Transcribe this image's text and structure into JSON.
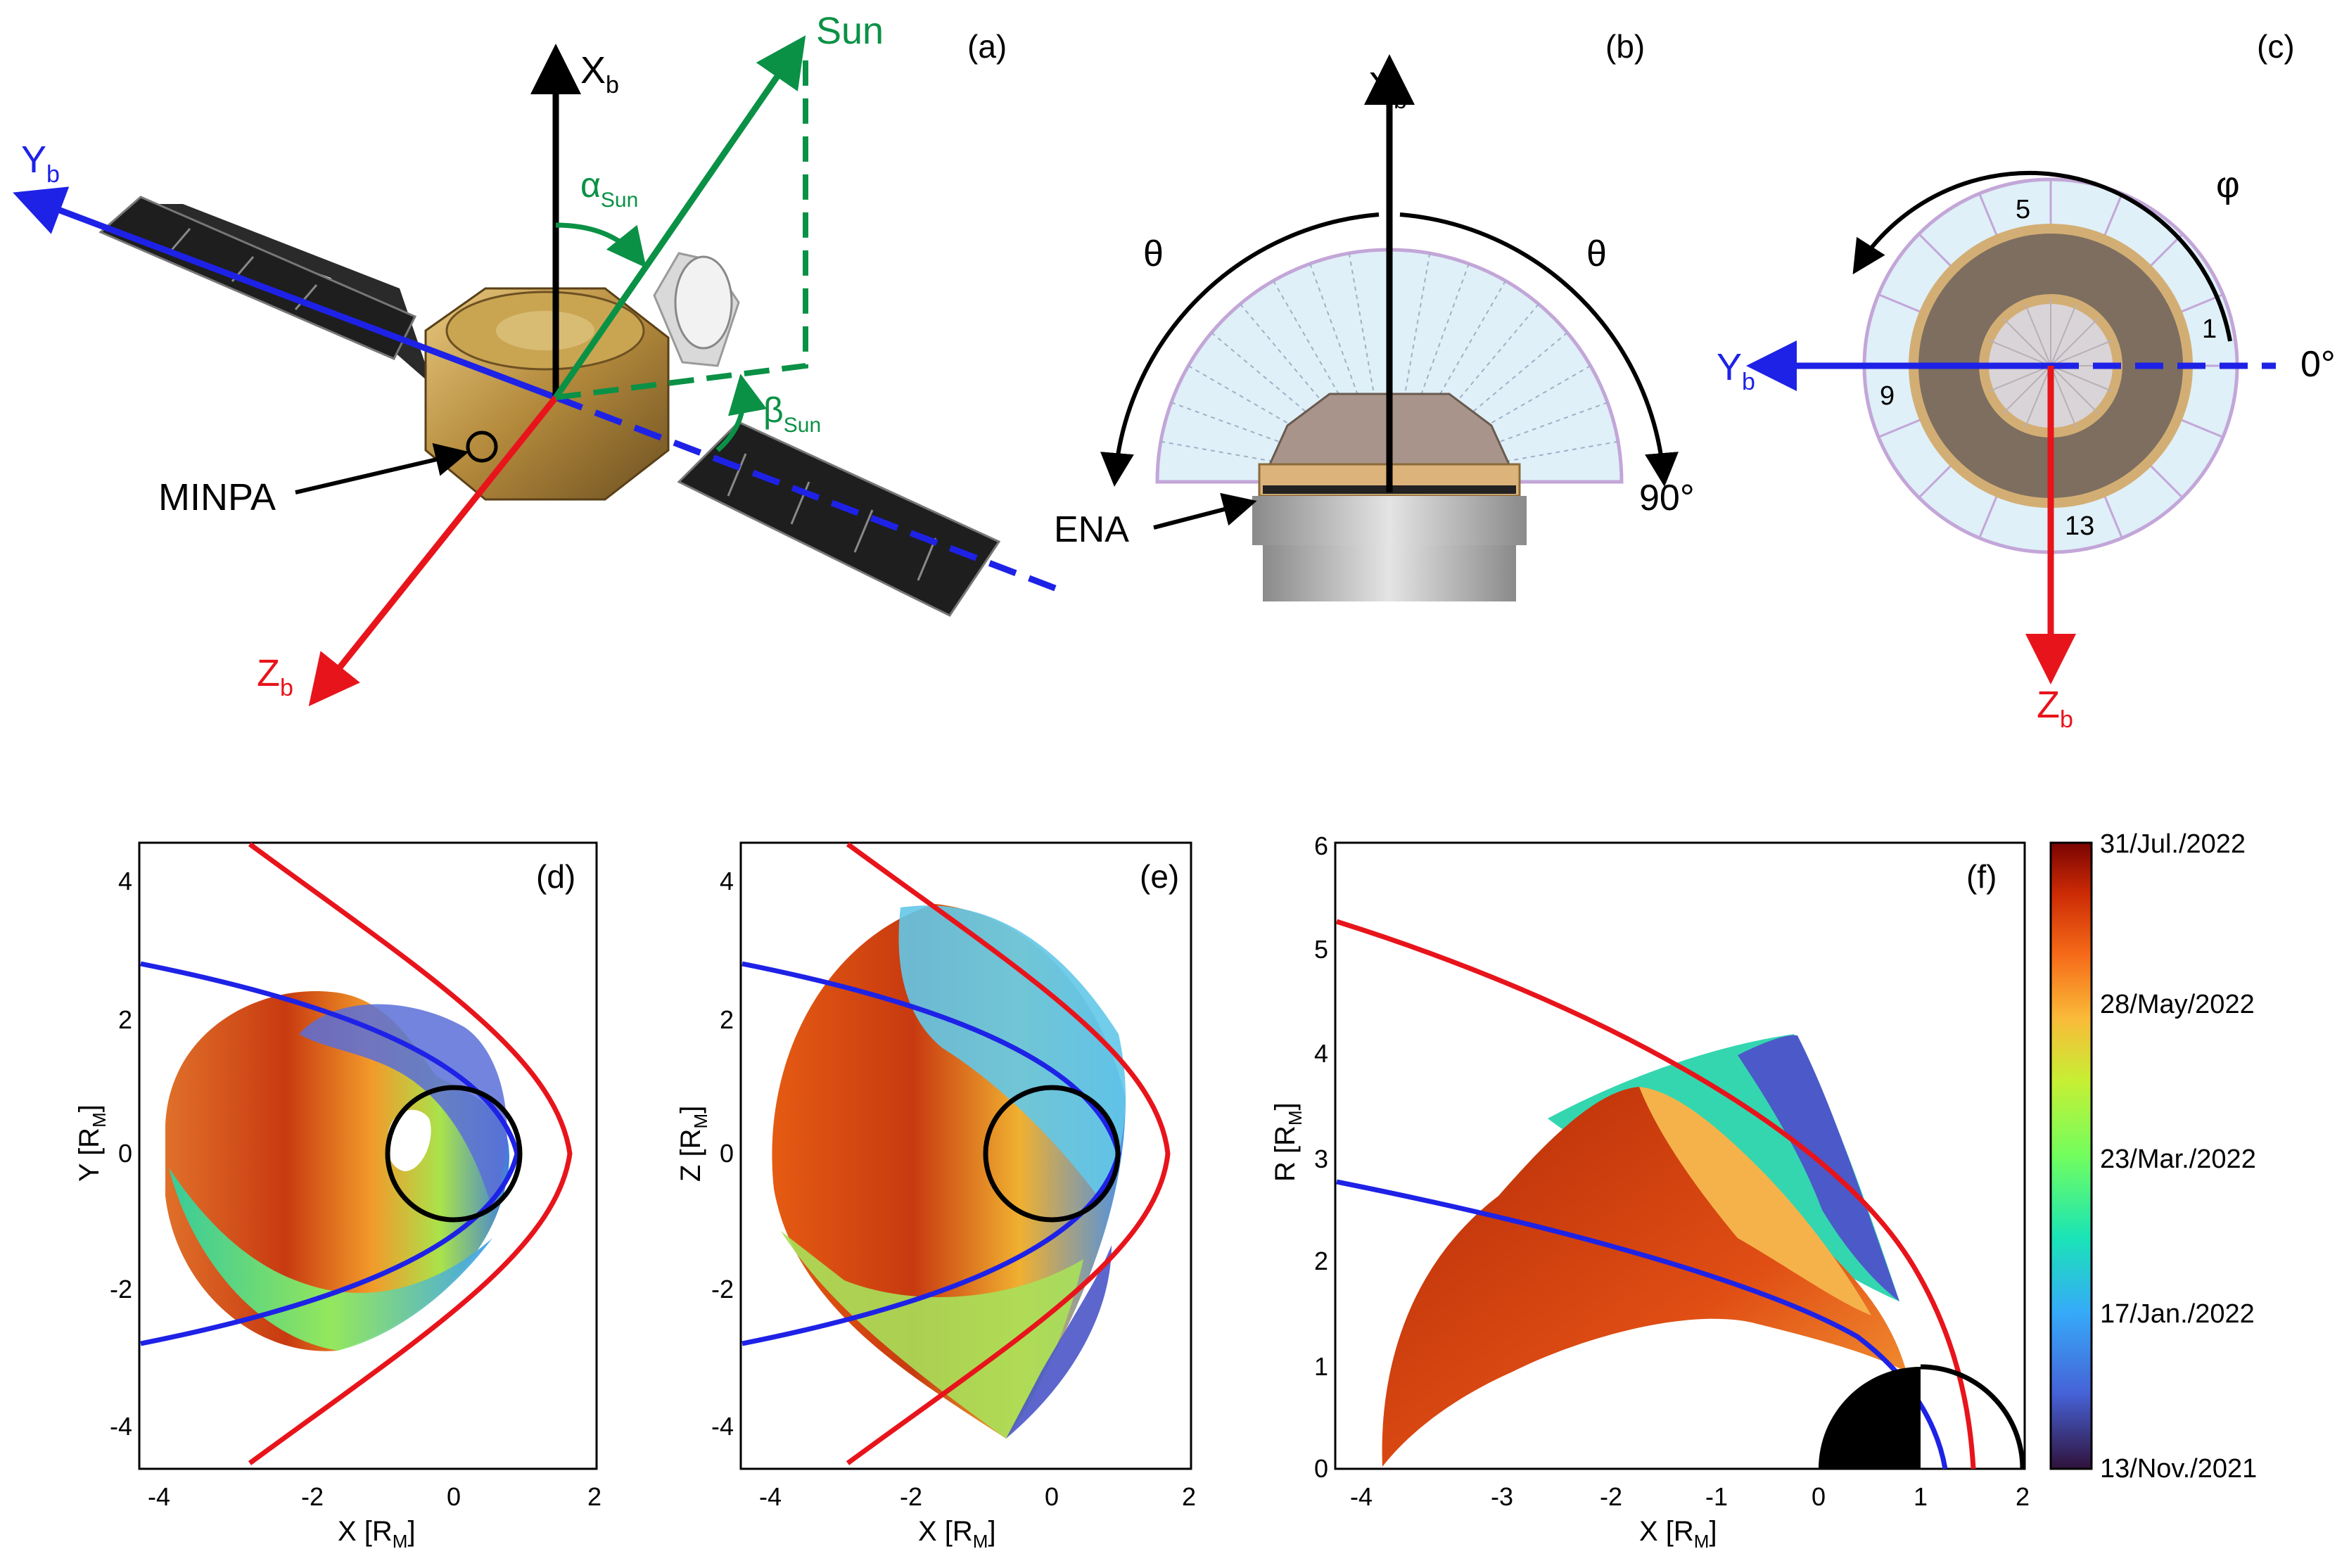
{
  "panels": {
    "a": {
      "label": "(a)",
      "xb": "X",
      "xb_sub": "b",
      "yb": "Y",
      "yb_sub": "b",
      "zb": "Z",
      "zb_sub": "b",
      "sun": "Sun",
      "alpha": "α",
      "alpha_sub": "Sun",
      "beta": "β",
      "beta_sub": "Sun",
      "minpa": "MINPA"
    },
    "b": {
      "label": "(b)",
      "xb": "X",
      "xb_sub": "b",
      "theta": "θ",
      "deg90": "90°",
      "ena": "ENA"
    },
    "c": {
      "label": "(c)",
      "phi": "φ",
      "deg0": "0°",
      "yb": "Y",
      "yb_sub": "b",
      "zb": "Z",
      "zb_sub": "b",
      "sectors": [
        "5",
        "1",
        "9",
        "13"
      ]
    },
    "d": {
      "label": "(d)",
      "xlabel": "X [R",
      "xlabel_sub": "M",
      "ylabel": "Y [R",
      "ylabel_sub": "M",
      "xticks": [
        "-4",
        "-2",
        "0",
        "2"
      ],
      "yticks": [
        "4",
        "2",
        "0",
        "-2",
        "-4"
      ]
    },
    "e": {
      "label": "(e)",
      "xlabel": "X [R",
      "xlabel_sub": "M",
      "ylabel": "Z [R",
      "ylabel_sub": "M",
      "xticks": [
        "-4",
        "-2",
        "0",
        "2"
      ],
      "yticks": [
        "4",
        "2",
        "0",
        "-2",
        "-4"
      ]
    },
    "f": {
      "label": "(f)",
      "xlabel": "X [R",
      "xlabel_sub": "M",
      "ylabel": "R [R",
      "ylabel_sub": "M",
      "xticks": [
        "-4",
        "-3",
        "-2",
        "-1",
        "0",
        "1",
        "2"
      ],
      "yticks": [
        "6",
        "5",
        "4",
        "3",
        "2",
        "1",
        "0"
      ]
    }
  },
  "colorbar": {
    "labels": [
      "31/Jul./2022",
      "28/May/2022",
      "23/Mar./2022",
      "17/Jan./2022",
      "13/Nov./2021"
    ]
  },
  "colors": {
    "bow_shock": "#e8141b",
    "magnetopause": "#1e22e6",
    "sun_axis": "#0a9146",
    "black": "#000000"
  }
}
